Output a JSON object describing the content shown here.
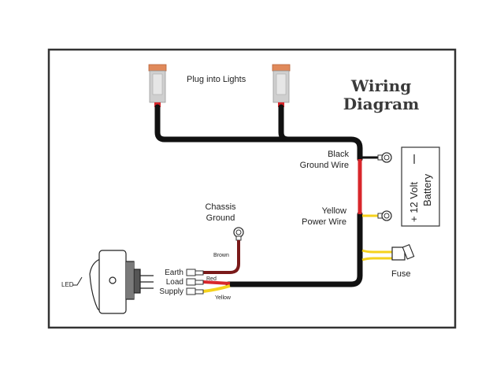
{
  "diagram": {
    "title_line1": "Wiring",
    "title_line2": "Diagram",
    "plug_label": "Plug into Lights",
    "black_ground_line1": "Black",
    "black_ground_line2": "Ground Wire",
    "yellow_power_line1": "Yellow",
    "yellow_power_line2": "Power Wire",
    "fuse_label": "Fuse",
    "battery_line1": "+ 12 Volt",
    "battery_line2": "Battery",
    "battery_minus": "—",
    "chassis_line1": "Chassis",
    "chassis_line2": "Ground",
    "brown_label": "Brown",
    "red_label": "Red",
    "yellow_label": "Yellow",
    "earth_label": "Earth",
    "load_label": "Load",
    "supply_label": "Supply",
    "led_label": "LED"
  },
  "colors": {
    "wire_black": "#111111",
    "wire_red": "#d8262b",
    "wire_yellow": "#f5d21c",
    "wire_brown": "#7a1a1a",
    "plug_orange": "#e0895a",
    "plug_grey": "#cfcfcf",
    "frame": "#333333"
  }
}
